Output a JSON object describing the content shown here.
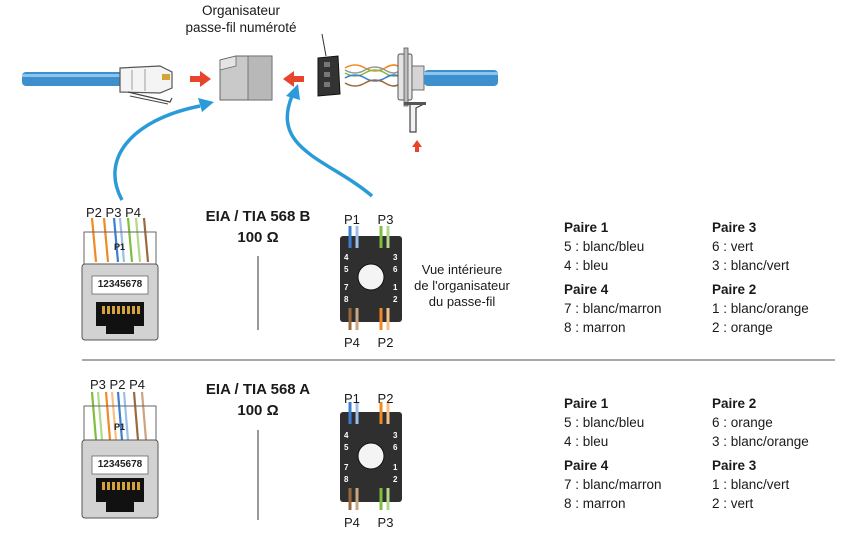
{
  "top": {
    "organizer_label": [
      "Organisateur",
      "passe-fil numéroté"
    ]
  },
  "config_b": {
    "standard": "EIA / TIA 568 B",
    "impedance": "100 Ω",
    "jack_pairs": [
      "P2",
      "P3",
      "P4"
    ],
    "jack_p1": "P1",
    "jack_number": "12345678",
    "organizer_top": [
      "P1",
      "P3"
    ],
    "organizer_bottom": [
      "P4",
      "P2"
    ],
    "view_caption": [
      "Vue intérieure",
      "de l'organisateur",
      "du passe-fil"
    ],
    "pairs": [
      {
        "title": "Paire 1",
        "lines": [
          "5 : blanc/bleu",
          "4 : bleu"
        ]
      },
      {
        "title": "Paire 3",
        "lines": [
          "6 : vert",
          "3 : blanc/vert"
        ]
      },
      {
        "title": "Paire 4",
        "lines": [
          "7 : blanc/marron",
          "8 : marron"
        ]
      },
      {
        "title": "Paire 2",
        "lines": [
          "1 : blanc/orange",
          "2 : orange"
        ]
      }
    ]
  },
  "config_a": {
    "standard": "EIA / TIA 568 A",
    "impedance": "100 Ω",
    "jack_pairs": [
      "P3",
      "P2",
      "P4"
    ],
    "jack_p1": "P1",
    "jack_number": "12345678",
    "organizer_top": [
      "P1",
      "P2"
    ],
    "organizer_bottom": [
      "P4",
      "P3"
    ],
    "pairs": [
      {
        "title": "Paire 1",
        "lines": [
          "5 : blanc/bleu",
          "4 : bleu"
        ]
      },
      {
        "title": "Paire 2",
        "lines": [
          "6 : orange",
          "3 : blanc/orange"
        ]
      },
      {
        "title": "Paire 4",
        "lines": [
          "7 : blanc/marron",
          "8 : marron"
        ]
      },
      {
        "title": "Paire 3",
        "lines": [
          "1 : blanc/vert",
          "2 : vert"
        ]
      }
    ]
  },
  "colors": {
    "cable_blue": "#3d8fce",
    "arrow_red": "#e8432b",
    "curve_blue": "#2a9bd8",
    "pair_blue": "#3b7fd0",
    "pair_orange": "#f08a24",
    "pair_green": "#7fbf3f",
    "pair_brown": "#9b6a3c"
  }
}
